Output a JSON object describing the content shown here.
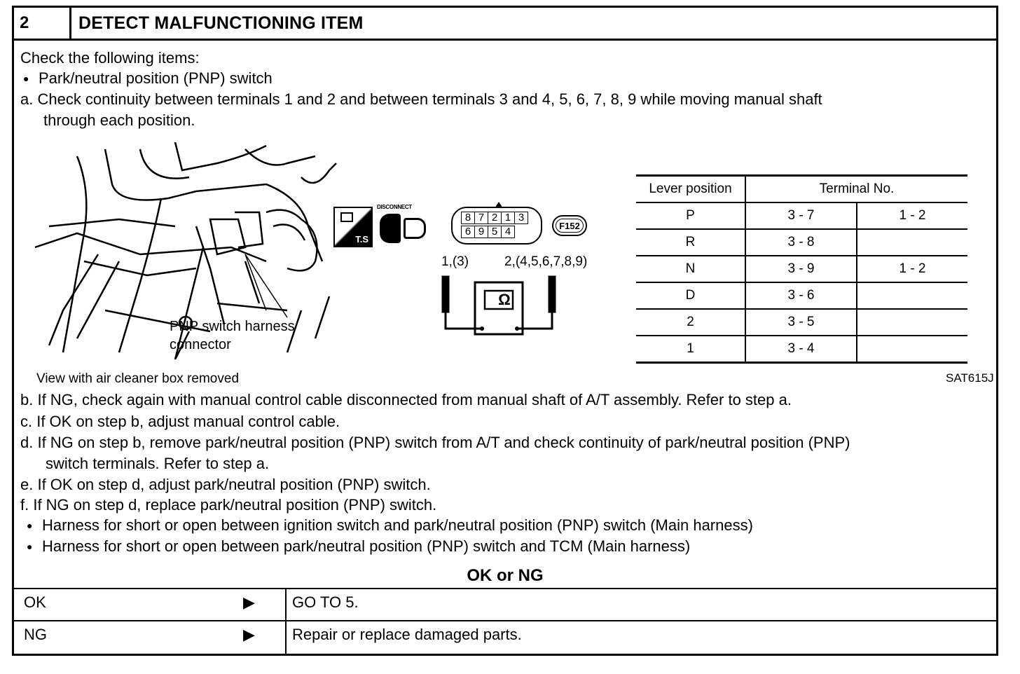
{
  "header": {
    "number": "2",
    "title": "DETECT MALFUNCTIONING ITEM"
  },
  "intro": {
    "check_label": "Check the following items:",
    "bullet_pnp": "Park/neutral position (PNP) switch",
    "step_a_1": "a.  Check continuity between terminals 1 and 2 and between terminals 3 and 4, 5, 6, 7, 8, 9 while moving manual shaft",
    "step_a_2": "through each position."
  },
  "figure": {
    "harness_label_1": "PNP switch harness",
    "harness_label_2": "connector",
    "view_caption": "View with air cleaner box removed",
    "connector_id": "F152",
    "disconnect_label": "DISCONNECT",
    "ts_label": "T.S",
    "probe_left": "1,(3)",
    "probe_right": "2,(4,5,6,7,8,9)",
    "ohm_symbol": "Ω",
    "pins_top": [
      "8",
      "7",
      "2",
      "1",
      "3"
    ],
    "pins_bottom": [
      "6",
      "9",
      "5",
      "4"
    ],
    "figure_code": "SAT615J"
  },
  "terminal_table": {
    "col_lever": "Lever position",
    "col_terminal": "Terminal No.",
    "rows": [
      {
        "lever": "P",
        "t1": "3 - 7",
        "t2": "1 - 2"
      },
      {
        "lever": "R",
        "t1": "3 - 8",
        "t2": ""
      },
      {
        "lever": "N",
        "t1": "3 - 9",
        "t2": "1 - 2"
      },
      {
        "lever": "D",
        "t1": "3 - 6",
        "t2": ""
      },
      {
        "lever": "2",
        "t1": "3 - 5",
        "t2": ""
      },
      {
        "lever": "1",
        "t1": "3 - 4",
        "t2": ""
      }
    ]
  },
  "steps": {
    "b": "b.  If NG, check again with manual control cable disconnected from manual shaft of A/T assembly. Refer to step a.",
    "c": "c.  If OK on step b, adjust manual control cable.",
    "d1": "d.  If NG on step b, remove park/neutral position (PNP) switch from A/T and check continuity of park/neutral position (PNP)",
    "d2": "switch terminals. Refer to step a.",
    "e": "e.  If OK on step d, adjust park/neutral position (PNP) switch.",
    "f": "f.  If NG on step d, replace park/neutral position (PNP) switch.",
    "bullet_harness_1": "Harness for short or open between ignition switch and park/neutral position (PNP) switch (Main harness)",
    "bullet_harness_2": "Harness for short or open between park/neutral position (PNP) switch and TCM (Main harness)"
  },
  "result": {
    "title": "OK or NG",
    "ok_label": "OK",
    "ok_arrow": "▶",
    "ok_action": "GO TO 5.",
    "ng_label": "NG",
    "ng_arrow": "▶",
    "ng_action": "Repair or replace damaged parts."
  }
}
